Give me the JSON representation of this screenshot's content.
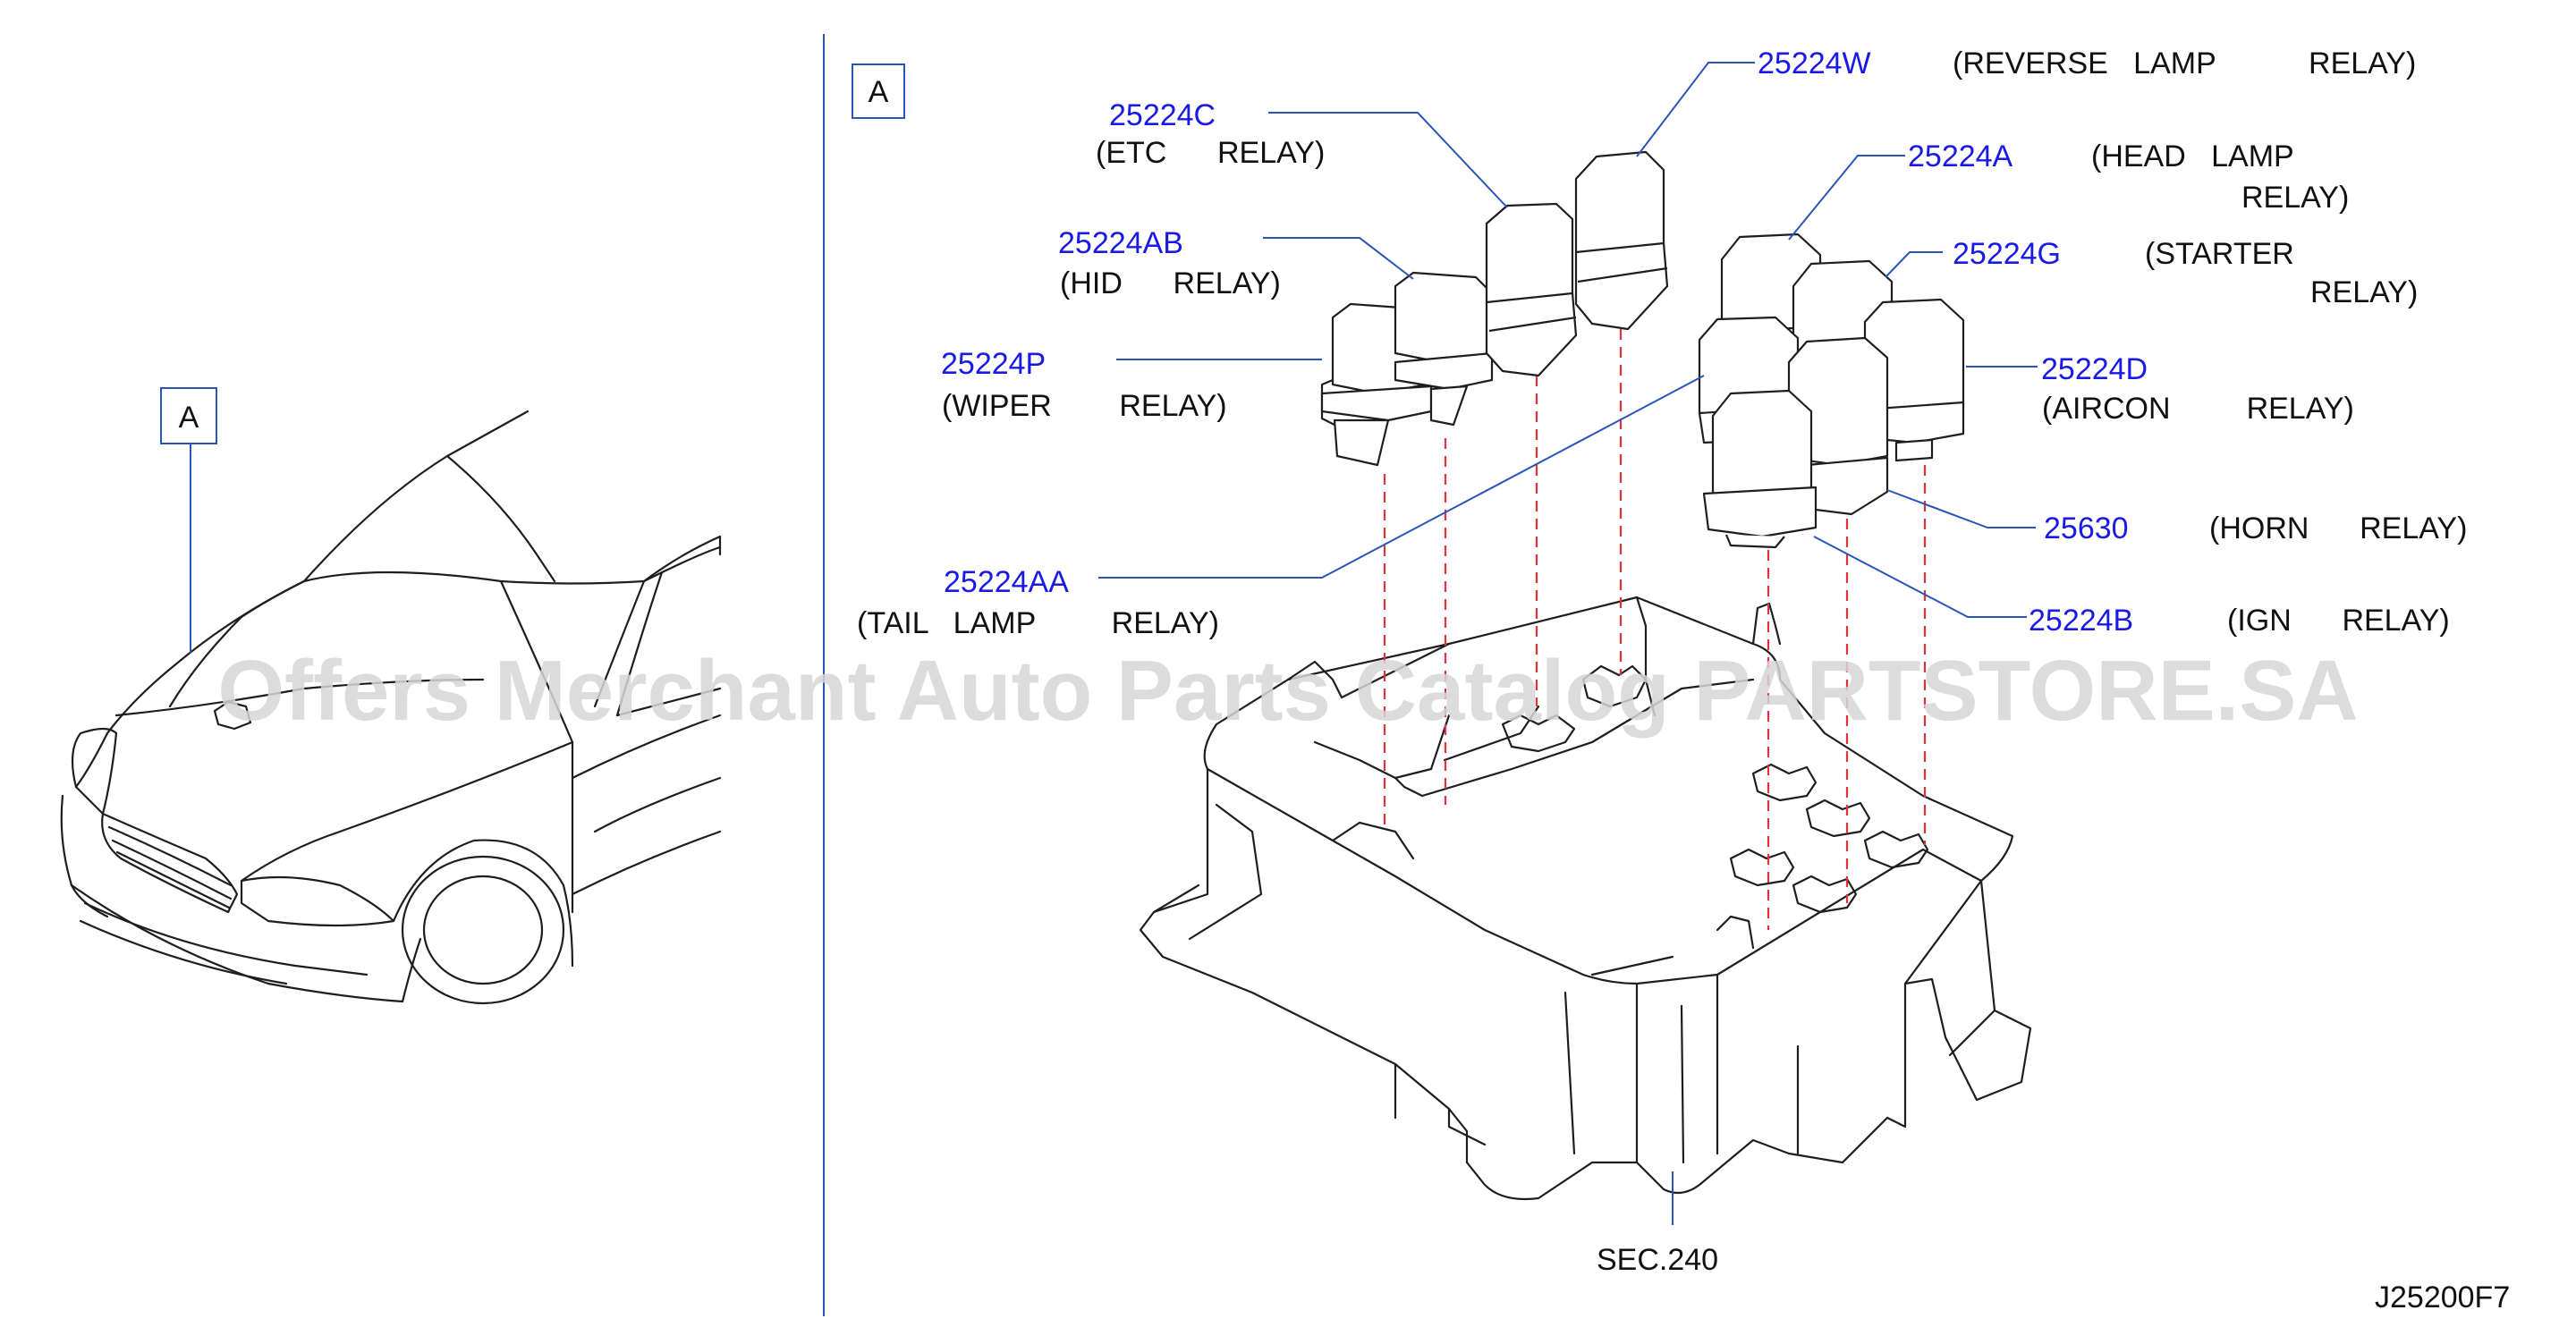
{
  "callouts": {
    "car_view_label": "A",
    "detail_view_label": "A"
  },
  "parts": [
    {
      "part_no": "25224W",
      "desc_line1": "(REVERSE   LAMP           RELAY)",
      "desc_line2": ""
    },
    {
      "part_no": "25224C",
      "desc_line1": "(ETC      RELAY)",
      "desc_line2": ""
    },
    {
      "part_no": "25224A",
      "desc_line1": "(HEAD   LAMP",
      "desc_line2": "RELAY)"
    },
    {
      "part_no": "25224AB",
      "desc_line1": "(HID      RELAY)",
      "desc_line2": ""
    },
    {
      "part_no": "25224G",
      "desc_line1": "(STARTER",
      "desc_line2": "RELAY)"
    },
    {
      "part_no": "25224P",
      "desc_line1": "(WIPER        RELAY)",
      "desc_line2": ""
    },
    {
      "part_no": "25224D",
      "desc_line1": "(AIRCON         RELAY)",
      "desc_line2": ""
    },
    {
      "part_no": "25630",
      "desc_line1": "(HORN      RELAY)",
      "desc_line2": ""
    },
    {
      "part_no": "25224AA",
      "desc_line1": "(TAIL   LAMP         RELAY)",
      "desc_line2": ""
    },
    {
      "part_no": "25224B",
      "desc_line1": "(IGN      RELAY)",
      "desc_line2": ""
    }
  ],
  "section_ref": "SEC.240",
  "diagram_id": "J25200F7",
  "watermark": "Offers Merchant Auto Parts Catalog PARTSTORE.SA"
}
